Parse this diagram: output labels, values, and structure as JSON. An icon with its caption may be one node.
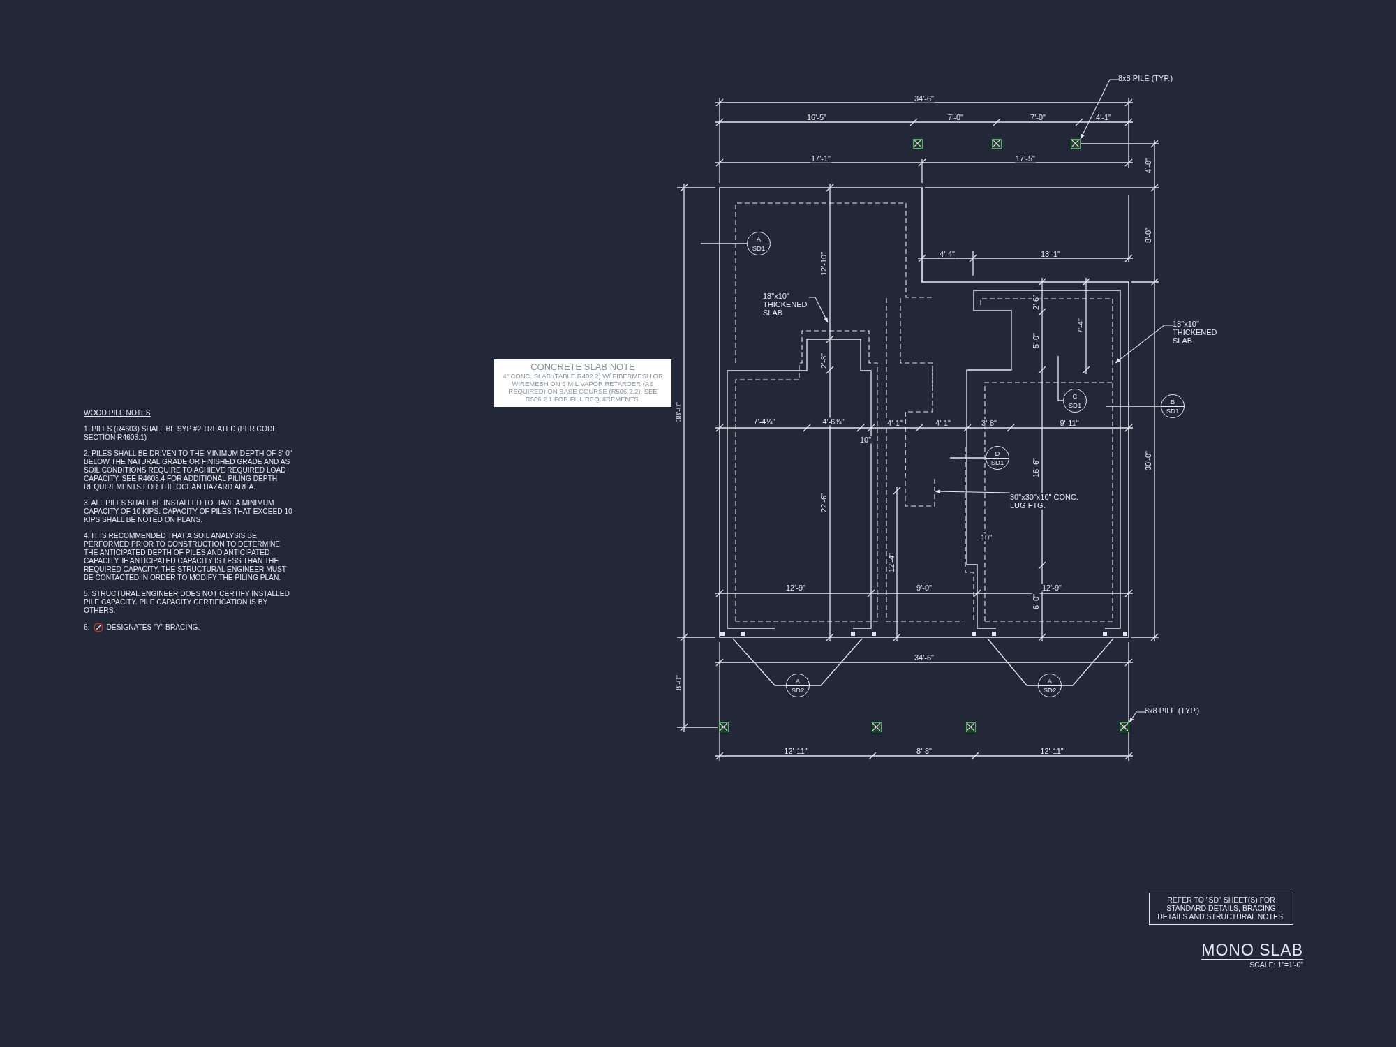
{
  "diagram": {
    "title": "MONO SLAB",
    "nodes": [
      {
        "text": [
          "8x8 PILE (TYP.)"
        ]
      },
      {
        "text": [],
        "shape": "box"
      },
      {
        "text": [],
        "shape": "box"
      },
      {
        "text": [],
        "shape": "box"
      },
      {
        "text": [
          "A",
          "SD1"
        ]
      },
      {
        "text": [
          "18\"x10\" THICKENED SLAB"
        ]
      },
      {
        "text": [
          "18\"x10\" THICKENED SLAB"
        ]
      },
      {
        "text": [
          "CONCRETE SLAB NOTE",
          "4\" CONC. SLAB (TABLE R402.2) W/ FIBERMESH OR WIREMESH ON 6 MIL VAPOR RETARDER (AS REQUIRED) ON BASE COURSE (R506.2.2). SEE R506.2.1 FOR FILL REQUIREMENTS."
        ]
      },
      {
        "text": [
          "C",
          "SD1"
        ]
      },
      {
        "text": [
          "B",
          "SD1"
        ]
      },
      {
        "text": [
          "D",
          "SD1"
        ]
      },
      {
        "text": [
          "30\"x30\"x10\" CONC. LUG FTG."
        ]
      },
      {
        "text": [
          "A",
          "SD2"
        ]
      },
      {
        "text": [
          "A",
          "SD2"
        ]
      },
      {
        "text": [
          "8x8 PILE (TYP.)"
        ]
      },
      {
        "text": [],
        "shape": "box"
      },
      {
        "text": [],
        "shape": "box"
      },
      {
        "text": [],
        "shape": "box"
      },
      {
        "text": [],
        "shape": "box"
      },
      {
        "text": [
          "REFER TO \"SD\" SHEET(S) FOR STANDARD DETAILS, BRACING DETAILS AND STRUCTURAL NOTES."
        ]
      }
    ],
    "edges": [
      {
        "from": 0,
        "to": 3,
        "arrow": "to"
      },
      {
        "from": 5,
        "to": null,
        "arrow": "to"
      },
      {
        "from": 6,
        "to": null,
        "arrow": "to"
      },
      {
        "from": 11,
        "to": null,
        "arrow": "to"
      },
      {
        "from": 14,
        "to": 18,
        "arrow": "to"
      }
    ],
    "labels": [
      "WOOD PILE NOTES",
      "1. PILES (R4603) SHALL BE SYP #2 TREATED (PER CODE SECTION R4603.1)",
      "2. PILES SHALL BE DRIVEN TO THE MINIMUM DEPTH OF 8'-0\" BELOW THE NATURAL GRADE OR FINISHED GRADE AND AS SOIL CONDITIONS REQUIRE TO ACHIEVE REQUIRED LOAD CAPACITY. SEE R4603.4 FOR ADDITIONAL PILING DEPTH REQUIREMENTS FOR THE OCEAN HAZARD AREA.",
      "3. ALL PILES SHALL BE INSTALLED TO HAVE A MINIMUM CAPACITY OF 10 KIPS. CAPACITY OF PILES THAT EXCEED 10 KIPS SHALL BE NOTED ON PLANS.",
      "4. IT IS RECOMMENDED THAT A SOIL ANALYSIS BE PERFORMED PRIOR TO CONSTRUCTION TO DETERMINE THE ANTICIPATED DEPTH OF PILES AND ANTICIPATED CAPACITY. IF ANTICIPATED CAPACITY IS LESS THAN THE REQUIRED CAPACITY, THE STRUCTURAL ENGINEER MUST BE CONTACTED IN ORDER TO MODIFY THE PILING PLAN.",
      "5. STRUCTURAL ENGINEER DOES NOT CERTIFY INSTALLED PILE CAPACITY. PILE CAPACITY CERTIFICATION IS BY OTHERS.",
      "6.",
      "DESIGNATES \"Y\" BRACING.",
      "34'-6\"",
      "16'-5\"",
      "7'-0\"",
      "7'-0\"",
      "4'-1\"",
      "17'-1\"",
      "17'-5\"",
      "4'-0\"",
      "8'-0\"",
      "12'-10\"",
      "4'-4\"",
      "13'-1\"",
      "2'-6\"",
      "38'-0\"",
      "5'-0\"",
      "7'-4\"",
      "2'-8\"",
      "7'-4¼\"",
      "4'-6¾\"",
      "4'-1\"",
      "4'-1\"",
      "3'-8\"",
      "9'-11\"",
      "10\"",
      "16'-6\"",
      "30'-0\"",
      "22'-6\"",
      "10\"",
      "12'-4\"",
      "12'-9\"",
      "9'-0\"",
      "12'-9\"",
      "6'-0\"",
      "34'-6\"",
      "8'-0\"",
      "12'-11\"",
      "8'-8\"",
      "12'-11\"",
      "SCALE: 1\"=1'-0\""
    ]
  }
}
